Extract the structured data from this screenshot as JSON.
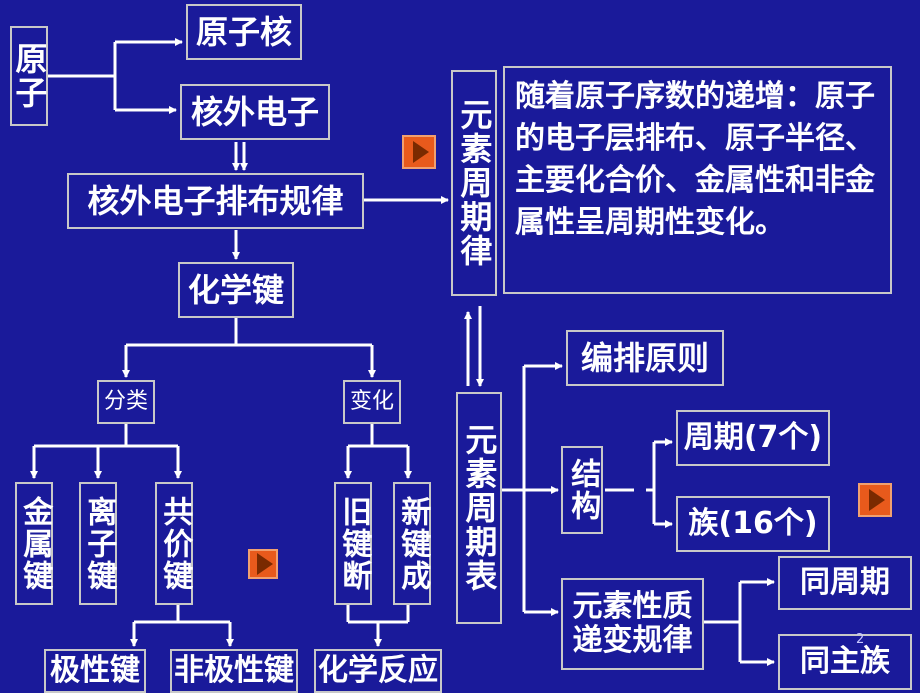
{
  "nodes": {
    "yuanzi": "原子",
    "yuanzihe": "原子核",
    "hewai_dianzi": "核外电子",
    "paibu_guilv": "核外电子排布规律",
    "huaxuejian": "化学键",
    "fenlei": "分类",
    "bianhua": "变化",
    "jinshujian": "金属键",
    "lizijian": "离子键",
    "gongjiajian": "共价键",
    "jiujian_duan": "旧键断",
    "xinjian_cheng": "新键成",
    "jixingjian": "极性键",
    "feijixingjian": "非极性键",
    "huaxue_fanying": "化学反应",
    "zhouqilv": "元素周期律",
    "zhouqibiao": "元素周期表",
    "bianpai_yuanze": "编排原则",
    "jiegou": "结构",
    "zhouqi": "周期(7个)",
    "zu": "族(16个)",
    "xingzhi_guilv": "元素性质递变规律",
    "tong_zhouqi": "同周期",
    "tong_zhuzu": "同主族"
  },
  "description_box": "随着原子序数的递增：原子的电子层排布、原子半径、主要化合价、金属性和非金属性呈周期性变化。",
  "page_number": "2",
  "colors": {
    "background": "#1a1a9a",
    "line": "#ffffff",
    "border": "#c8c8c8",
    "play_button": "#e85a1c"
  },
  "icons": [
    "play-button-icon",
    "play-button-icon",
    "play-button-icon"
  ]
}
